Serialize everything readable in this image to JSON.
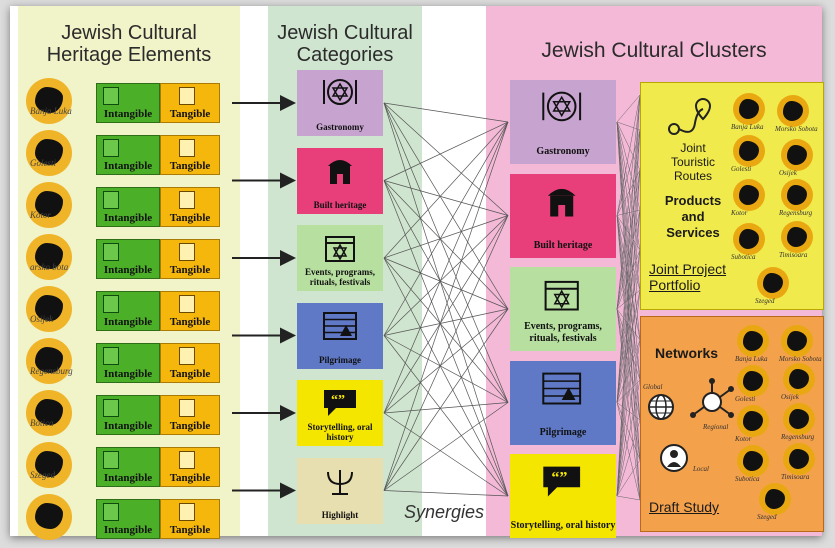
{
  "panels": {
    "elements": {
      "title_line1": "Jewish Cultural",
      "title_line2": "Heritage Elements"
    },
    "categories": {
      "title_line1": "Jewish Cultural",
      "title_line2": "Categories"
    },
    "clusters": {
      "title": "Jewish Cultural Clusters"
    }
  },
  "elements": [
    {
      "city": "Banja Luka",
      "intangible": "Intangible",
      "tangible": "Tangible"
    },
    {
      "city": "Golesti",
      "intangible": "Intangible",
      "tangible": "Tangible"
    },
    {
      "city": "Kotor",
      "intangible": "Intangible",
      "tangible": "Tangible"
    },
    {
      "city": "arsko\nbota",
      "intangible": "Intangible",
      "tangible": "Tangible"
    },
    {
      "city": "Osijek",
      "intangible": "Intangible",
      "tangible": "Tangible"
    },
    {
      "city": "Regensburg",
      "intangible": "Intangible",
      "tangible": "Tangible"
    },
    {
      "city": "Botica",
      "intangible": "Intangible",
      "tangible": "Tangible"
    },
    {
      "city": "Szeged",
      "intangible": "Intangible",
      "tangible": "Tangible"
    },
    {
      "city": "",
      "intangible": "Intangible",
      "tangible": "Tangible"
    }
  ],
  "categories": [
    {
      "label": "Gastronomy",
      "color": "#c7a3cf",
      "icon": "plate-star-icon"
    },
    {
      "label": "Built heritage",
      "color": "#e83e7a",
      "icon": "synagogue-icon"
    },
    {
      "label": "Events, programs, rituals, festivals",
      "color": "#b7dfa0",
      "icon": "calendar-star-icon"
    },
    {
      "label": "Pilgrimage",
      "color": "#5f79c7",
      "icon": "wall-star-icon"
    },
    {
      "label": "Storytelling, oral history",
      "color": "#f5e600",
      "icon": "speech-bubble-icon"
    },
    {
      "label": "Highlight",
      "color": "#e8dfb0",
      "icon": "menorah-icon"
    }
  ],
  "clusters": [
    {
      "label": "Gastronomy",
      "color": "#c7a3cf"
    },
    {
      "label": "Built heritage",
      "color": "#e83e7a"
    },
    {
      "label": "Events, programs, rituals, festivals",
      "color": "#b7dfa0"
    },
    {
      "label": "Pilgrimage",
      "color": "#5f79c7"
    },
    {
      "label": "Storytelling, oral history",
      "color": "#f5e600"
    }
  ],
  "portfolio": {
    "routes": "Joint Touristic Routes",
    "routes_l1": "Joint",
    "routes_l2": "Touristic",
    "routes_l3": "Routes",
    "products_l1": "Products",
    "products_l2": "and",
    "products_l3": "Services",
    "link_l1": "Joint Project",
    "link_l2": "Portfolio",
    "cities": [
      "Banja Luka",
      "Golesti",
      "Kotor",
      "Subotica",
      "Morsko Sobota",
      "Osijek",
      "Regensburg",
      "Timisoara",
      "Szeged"
    ]
  },
  "networks": {
    "title": "Networks",
    "global": "Global",
    "regional": "Regional",
    "local": "Local",
    "link": "Draft Study",
    "cities": [
      "Banja Luka",
      "Golesti",
      "Kotor",
      "Subotica",
      "Morsko Sobota",
      "Osijek",
      "Regensburg",
      "Timisoara",
      "Szeged"
    ]
  },
  "synergies": "Synergies"
}
